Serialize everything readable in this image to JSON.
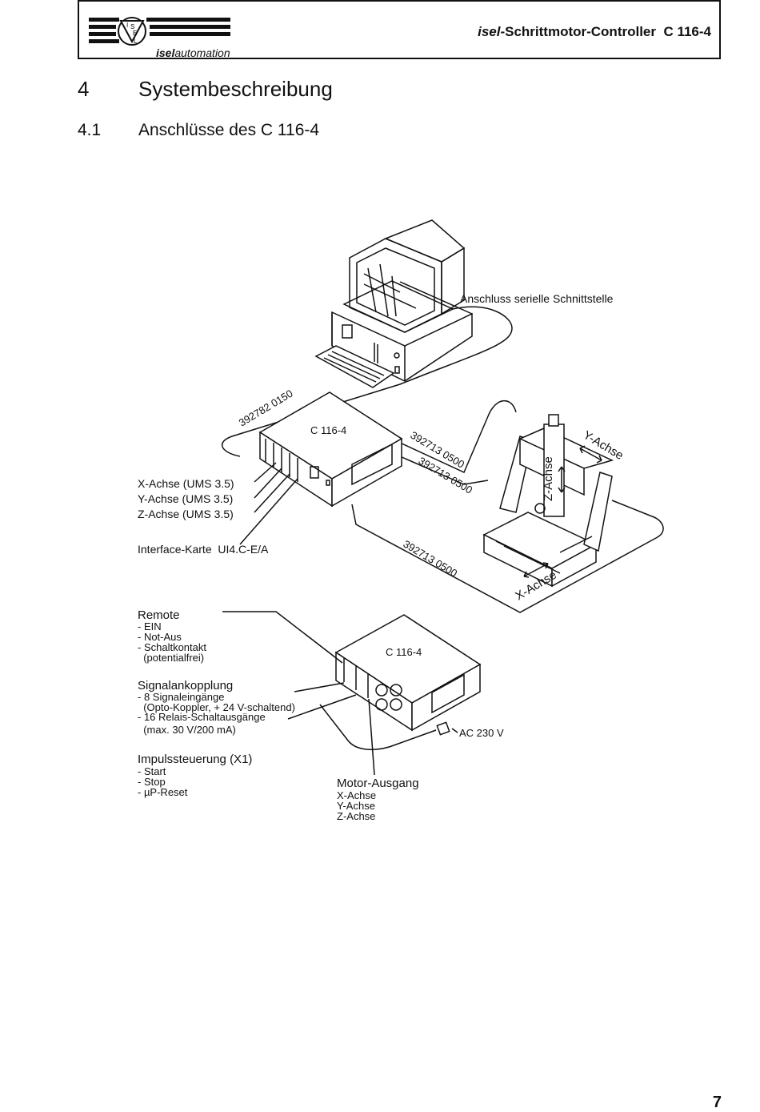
{
  "header": {
    "title_brand": "isel",
    "title_rest": "-Schrittmotor-Controller  C 116-4",
    "logo_brand": "isel",
    "logo_sub": "automation",
    "logo_letters": [
      "I",
      "S",
      "E",
      "L"
    ]
  },
  "section": {
    "number": "4",
    "title": "Systembeschreibung"
  },
  "subsection": {
    "number": "4.1",
    "title": "Anschlüsse des C 116-4"
  },
  "diagram": {
    "top": {
      "serial_label": "Anschluss serielle Schnittstelle",
      "cable_pc": "392782 0150",
      "controller_label": "C 116-4",
      "cable_y": "392713 0500",
      "cable_z": "392713 0500",
      "cable_x": "392713 0500",
      "axis_x_card": "X-Achse (UMS 3.5)",
      "axis_y_card": "Y-Achse (UMS 3.5)",
      "axis_z_card": "Z-Achse (UMS 3.5)",
      "interface_card": "Interface-Karte  UI4.C-E/A",
      "machine_y": "Y-Achse",
      "machine_z": "Z-Achse",
      "machine_x": "X-Achse"
    },
    "bottom": {
      "controller_label": "C 116-4",
      "remote_title": "Remote",
      "remote_items": [
        "- EIN",
        "- Not-Aus",
        "- Schaltkontakt",
        "  (potentialfrei)"
      ],
      "signal_title": "Signalankopplung",
      "signal_items": [
        "- 8 Signaleingänge",
        "  (Opto-Koppler, + 24 V-schaltend)",
        "- 16 Relais-Schaltausgänge",
        "  (max. 30 V/200 mA)"
      ],
      "impuls_title": "Impulssteuerung (X1)",
      "impuls_items": [
        "- Start",
        "- Stop",
        "- µP-Reset"
      ],
      "power_label": "AC 230 V",
      "motor_title": "Motor-Ausgang",
      "motor_items": [
        "X-Achse",
        "Y-Achse",
        "Z-Achse"
      ]
    }
  },
  "page_number": "7"
}
